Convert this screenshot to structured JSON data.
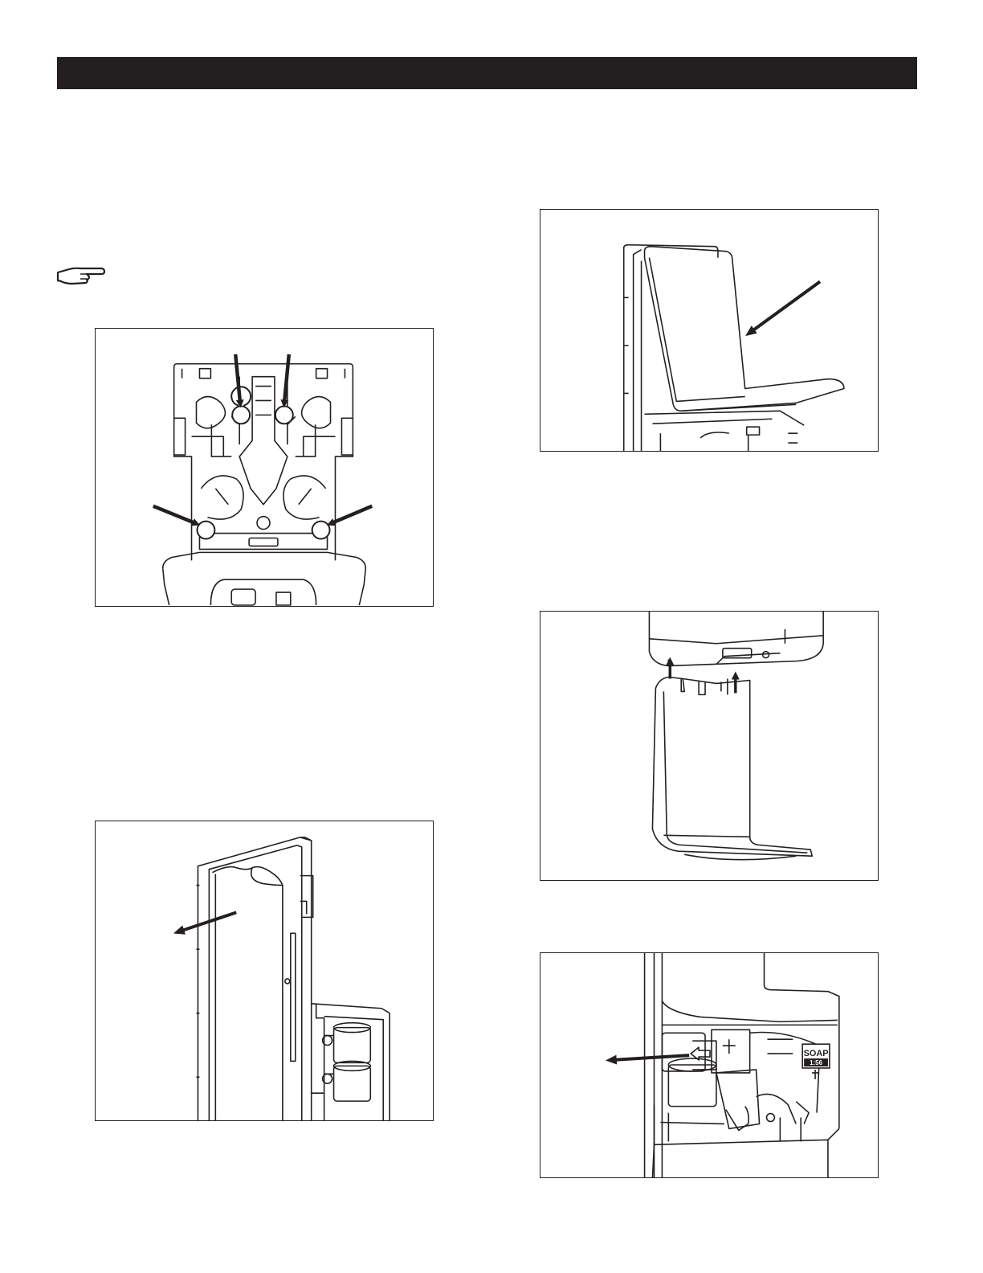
{
  "page": {
    "colors": {
      "ink": "#231f20",
      "paper": "#ffffff",
      "header_bar": "#231f20"
    }
  },
  "icons": {
    "note": "pointing-hand-icon"
  },
  "figures": [
    {
      "id": "mounting-holes"
    },
    {
      "id": "peel-backing"
    },
    {
      "id": "install-drip-tray"
    },
    {
      "id": "attach-bottom-cover"
    },
    {
      "id": "remove-refill-latch",
      "label_main": "SOAP",
      "label_sub": "1:56"
    }
  ]
}
